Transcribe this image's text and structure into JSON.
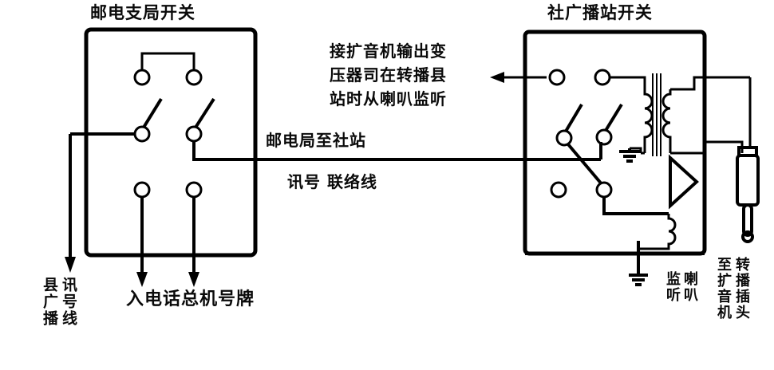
{
  "diagram": {
    "title_left": "邮电支局开关",
    "title_right": "社广播站开关",
    "note_line1": "接扩音机输出变",
    "note_line2": "压器司在转播县",
    "note_line3": "站时从喇叭监听",
    "link_label_top": "邮电局至社站",
    "link_label_bottom": "讯号 联络线",
    "bottom_left_col1": "县广播",
    "bottom_left_col2": "讯号线",
    "bottom_center": "入电话总机号牌",
    "bottom_right_col1": "监听",
    "bottom_right_col2": "喇叭",
    "far_right_col1": "至扩音机",
    "far_right_col2": "转播插头",
    "ink_color": "#000000",
    "background_color": "#ffffff"
  }
}
